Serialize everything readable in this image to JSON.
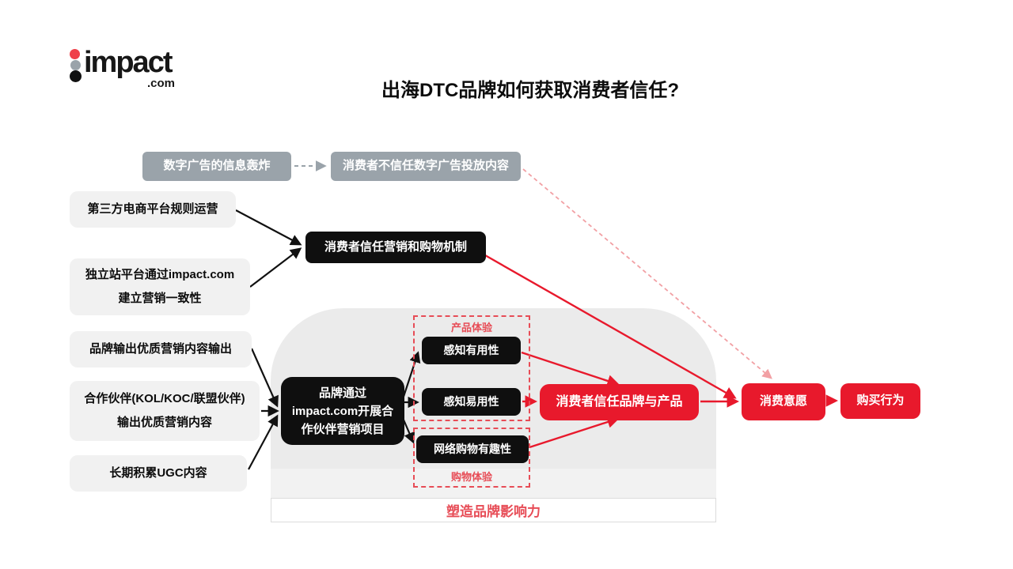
{
  "slide": {
    "title": "出海DTC品牌如何获取消费者信任?"
  },
  "logo": {
    "word": "impact",
    "suffix": ".com"
  },
  "colors": {
    "brand_red": "#e8192c",
    "soft_red": "#e74c56",
    "pink_red": "#f2a0a4",
    "gray_box": "#9aa3aa",
    "black_box": "#0f0f0f",
    "left_box_bg": "#f1f1f1",
    "panel_bg": "#ebebeb",
    "panel_band_bg": "#f2f2f2"
  },
  "problem_chain": {
    "cause": "数字广告的信息轰炸",
    "effect": "消费者不信任数字广告投放内容"
  },
  "left_inputs": [
    {
      "lines": [
        "第三方电商平台规则运营"
      ]
    },
    {
      "lines": [
        "独立站平台通过impact.com",
        "建立营销一致性"
      ]
    },
    {
      "lines": [
        "品牌输出优质营销内容输出"
      ]
    },
    {
      "lines": [
        "合作伙伴(KOL/KOC/联盟伙伴)",
        "输出优质营销内容"
      ]
    },
    {
      "lines": [
        "长期积累UGC内容"
      ]
    }
  ],
  "mechanism_box": {
    "label": "消费者信任营销和购物机制"
  },
  "partner_program_box": {
    "lines": [
      "品牌通过",
      "impact.com开展合",
      "作伙伴营销项目"
    ]
  },
  "experience_groups": {
    "product": {
      "label": "产品体验",
      "factors": [
        "感知有用性",
        "感知易用性"
      ]
    },
    "shopping": {
      "label": "购物体验",
      "factors": [
        "网络购物有趣性"
      ]
    }
  },
  "outcome_chain": {
    "trust": "消费者信任品牌与产品",
    "intent": "消费意愿",
    "purchase": "购买行为"
  },
  "panel_caption": "塑造品牌影响力"
}
